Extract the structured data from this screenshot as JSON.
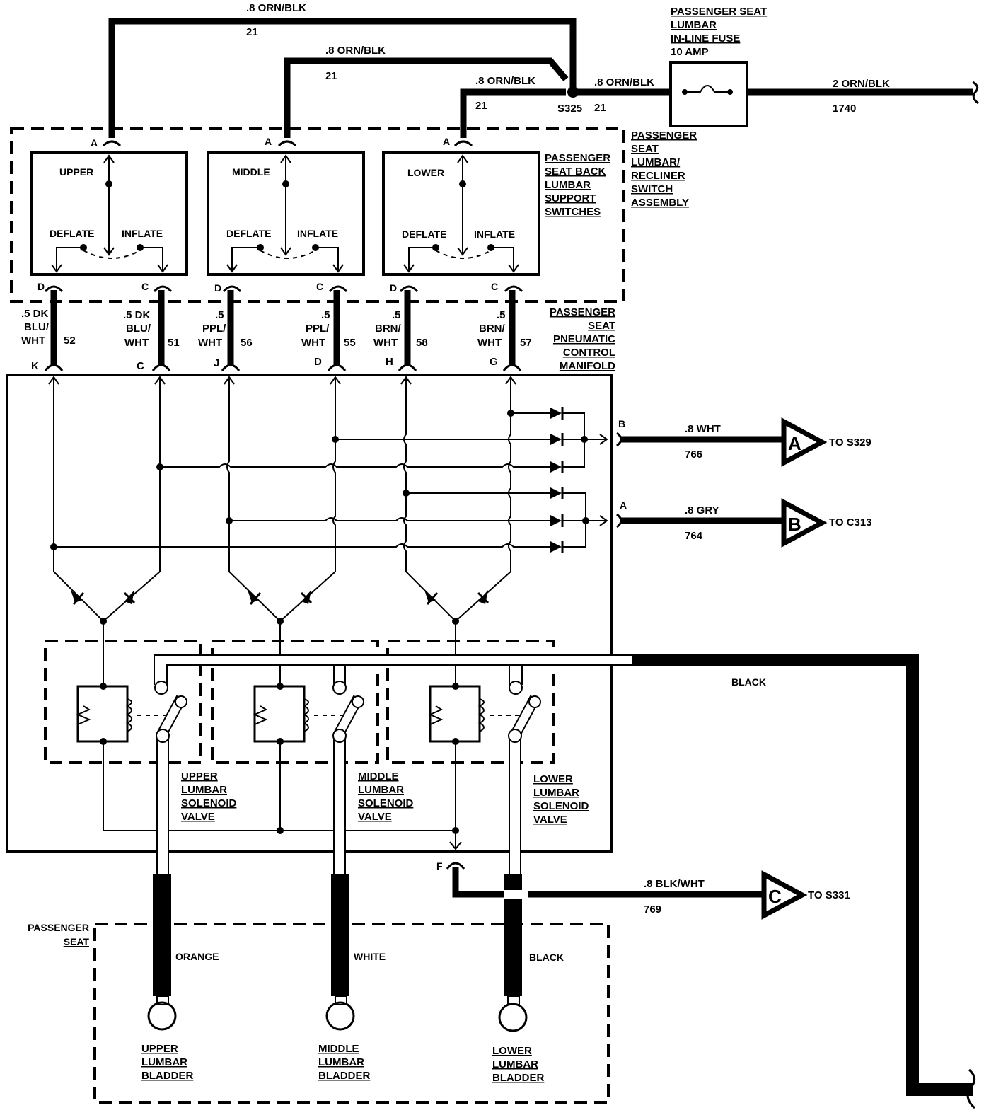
{
  "fuse": {
    "title_lines": [
      "PASSENGER SEAT",
      "LUMBAR",
      "IN-LINE FUSE",
      "10 AMP"
    ]
  },
  "feed": {
    "wire_in": ".8 ORN/BLK",
    "circuit_in": "21",
    "wire_out": "2 ORN/BLK",
    "circuit_out": "1740",
    "splice": "S325"
  },
  "top_wires": {
    "upper": {
      "wire": ".8 ORN/BLK",
      "circuit": "21"
    },
    "middle": {
      "wire": ".8 ORN/BLK",
      "circuit": "21"
    },
    "lower": {
      "wire": ".8 ORN/BLK",
      "circuit": "21"
    }
  },
  "switch_assembly": {
    "label_lines": [
      "PASSENGER",
      "SEAT",
      "LUMBAR/",
      "RECLINER",
      "SWITCH",
      "ASSEMBLY"
    ]
  },
  "switches_label_lines": [
    "PASSENGER",
    "SEAT BACK",
    "LUMBAR",
    "SUPPORT",
    "SWITCHES"
  ],
  "switches": [
    {
      "name": "UPPER",
      "deflate": "DEFLATE",
      "inflate": "INFLATE",
      "pin_top": "A",
      "pin_left": "D",
      "pin_right": "C"
    },
    {
      "name": "MIDDLE",
      "deflate": "DEFLATE",
      "inflate": "INFLATE",
      "pin_top": "A",
      "pin_left": "D",
      "pin_right": "C"
    },
    {
      "name": "LOWER",
      "deflate": "DEFLATE",
      "inflate": "INFLATE",
      "pin_top": "A",
      "pin_left": "D",
      "pin_right": "C"
    }
  ],
  "link_wires": [
    {
      "l1": ".5 DK",
      "l2": "BLU/",
      "l3": "WHT",
      "circuit": "52",
      "pin": "K"
    },
    {
      "l1": ".5 DK",
      "l2": "BLU/",
      "l3": "WHT",
      "circuit": "51",
      "pin": "C"
    },
    {
      "l1": ".5",
      "l2": "PPL/",
      "l3": "WHT",
      "circuit": "56",
      "pin": "J"
    },
    {
      "l1": ".5",
      "l2": "PPL/",
      "l3": "WHT",
      "circuit": "55",
      "pin": "D"
    },
    {
      "l1": ".5",
      "l2": "BRN/",
      "l3": "WHT",
      "circuit": "58",
      "pin": "H"
    },
    {
      "l1": ".5",
      "l2": "BRN/",
      "l3": "WHT",
      "circuit": "57",
      "pin": "G"
    }
  ],
  "manifold": {
    "label_lines": [
      "PASSENGER",
      "SEAT",
      "PNEUMATIC",
      "CONTROL",
      "MANIFOLD"
    ]
  },
  "outputs": [
    {
      "pin": "B",
      "wire": ".8 WHT",
      "circuit": "766",
      "letter": "A",
      "to": "TO S329"
    },
    {
      "pin": "A",
      "wire": ".8 GRY",
      "circuit": "764",
      "letter": "B",
      "to": "TO C313"
    },
    {
      "pin": "F",
      "wire": ".8 BLK/WHT",
      "circuit": "769",
      "letter": "C",
      "to": "TO S331"
    }
  ],
  "black_hose": "BLACK",
  "valves": [
    {
      "lines": [
        "UPPER",
        "LUMBAR",
        "SOLENOID",
        "VALVE"
      ]
    },
    {
      "lines": [
        "MIDDLE",
        "LUMBAR",
        "SOLENOID",
        "VALVE"
      ]
    },
    {
      "lines": [
        "LOWER",
        "LUMBAR",
        "SOLENOID",
        "VALVE"
      ]
    }
  ],
  "seat_label_lines": [
    "PASSENGER",
    "SEAT"
  ],
  "hoses": [
    "ORANGE",
    "WHITE",
    "BLACK"
  ],
  "bladders": [
    {
      "lines": [
        "UPPER",
        "LUMBAR",
        "BLADDER"
      ]
    },
    {
      "lines": [
        "MIDDLE",
        "LUMBAR",
        "BLADDER"
      ]
    },
    {
      "lines": [
        "LOWER",
        "LUMBAR",
        "BLADDER"
      ]
    }
  ]
}
